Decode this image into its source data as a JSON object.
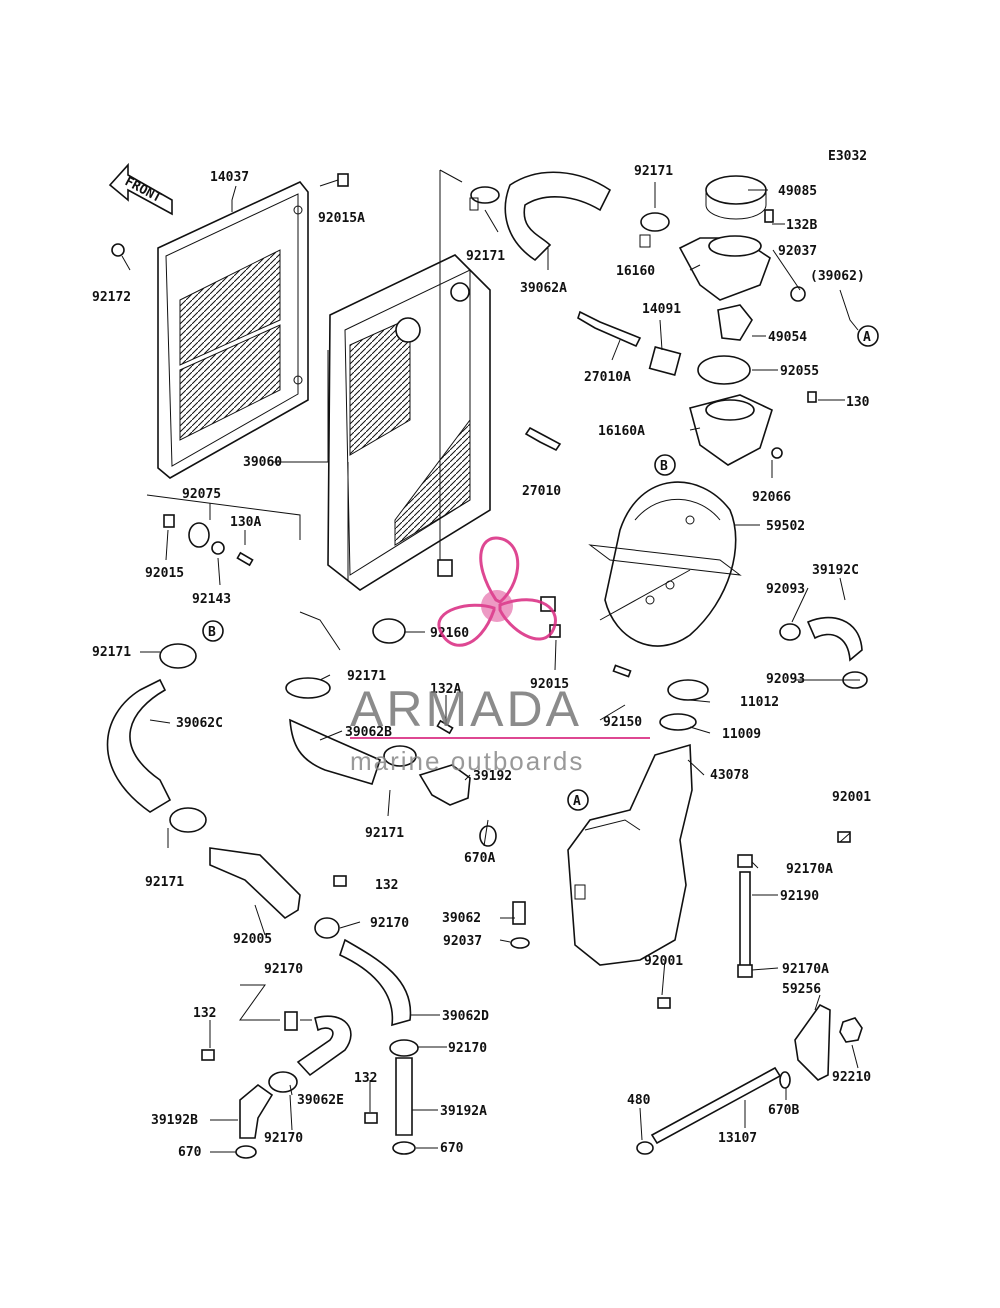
{
  "diagram": {
    "code": "E3032",
    "front_label": "FRONT",
    "ref_letters": [
      "A",
      "B"
    ],
    "part_labels": [
      "14037",
      "92015A",
      "92172",
      "92171",
      "92171",
      "39062A",
      "92171",
      "49085",
      "132B",
      "92037",
      "16160",
      "(39062)",
      "14091",
      "49054",
      "27010A",
      "92055",
      "130",
      "16160A",
      "27010",
      "92066",
      "39060",
      "92075",
      "130A",
      "92015",
      "92143",
      "59502",
      "92093",
      "39192C",
      "92160",
      "92171",
      "92171",
      "92015",
      "92093",
      "132A",
      "11012",
      "39062C",
      "92150",
      "39062B",
      "11009",
      "39192",
      "43078",
      "92171",
      "670A",
      "92001",
      "92171",
      "132",
      "92170A",
      "92190",
      "92005",
      "92170",
      "39062",
      "92037",
      "92170",
      "92001",
      "92170A",
      "59256",
      "132",
      "39062D",
      "92170",
      "132",
      "92210",
      "39062E",
      "39192A",
      "480",
      "670B",
      "39192B",
      "92170",
      "670",
      "670",
      "13107"
    ]
  },
  "watermark": {
    "brand": "ARMADA",
    "tagline": "marine outboards",
    "color": "#d9277f"
  }
}
